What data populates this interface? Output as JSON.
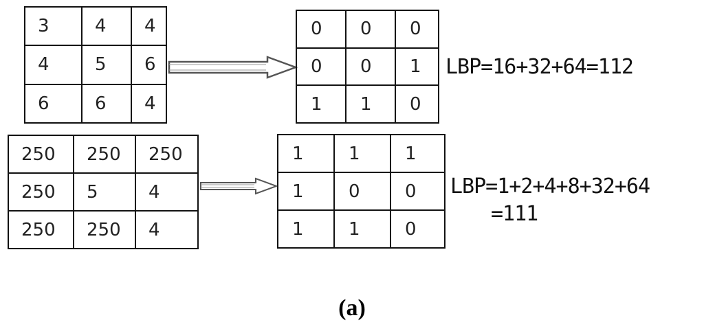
{
  "example1": {
    "input": [
      [
        "3",
        "4",
        "4"
      ],
      [
        "4",
        "5",
        "6"
      ],
      [
        "6",
        "6",
        "4"
      ]
    ],
    "binary": [
      [
        "0",
        "0",
        "0"
      ],
      [
        "0",
        "0",
        "1"
      ],
      [
        "1",
        "1",
        "0"
      ]
    ],
    "formula": "LBP=16+32+64=112"
  },
  "example2": {
    "input": [
      [
        "250",
        "250",
        "250"
      ],
      [
        "250",
        "5",
        "4"
      ],
      [
        "250",
        "250",
        "4"
      ]
    ],
    "binary": [
      [
        "1",
        "1",
        "1"
      ],
      [
        "1",
        "0",
        "0"
      ],
      [
        "1",
        "1",
        "0"
      ]
    ],
    "formula_line1": "LBP=1+2+4+8+32+64",
    "formula_line2": "=111"
  },
  "caption": "(a)"
}
